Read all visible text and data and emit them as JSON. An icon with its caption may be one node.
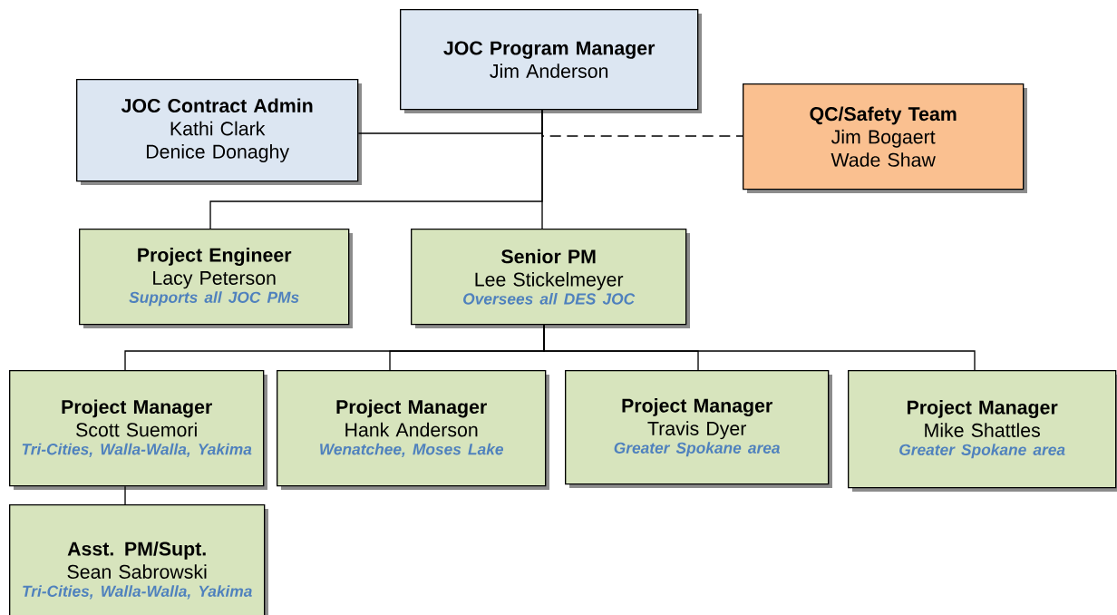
{
  "diagram": {
    "nodes": [
      {
        "text": [
          "JOC Program Manager",
          "Jim Anderson"
        ]
      },
      {
        "text": [
          "JOC Contract Admin",
          "Kathi Clark",
          "Denice Donaghy"
        ]
      },
      {
        "text": [
          "QC/Safety Team",
          "Jim Bogaert",
          "Wade Shaw"
        ]
      },
      {
        "text": [
          "Project Engineer",
          "Lacy Peterson",
          "Supports all JOC PMs"
        ]
      },
      {
        "text": [
          "Senior PM",
          "Lee Stickelmeyer",
          "Oversees all DES JOC"
        ]
      },
      {
        "text": [
          "Project Manager",
          "Scott Suemori",
          "Tri-Cities, Walla-Walla, Yakima"
        ]
      },
      {
        "text": [
          "Project Manager",
          "Hank Anderson",
          "Wenatchee, Moses Lake"
        ]
      },
      {
        "text": [
          "Project Manager",
          "Travis Dyer",
          "Greater Spokane area"
        ]
      },
      {
        "text": [
          "Project Manager",
          "Mike Shattles",
          "Greater Spokane area"
        ]
      },
      {
        "text": [
          "Asst. PM/Supt.",
          "Sean Sabrowski",
          "Tri-Cities, Walla-Walla, Yakima"
        ]
      }
    ],
    "edges": [
      {
        "from": 0,
        "to": 1,
        "arrow": "none"
      },
      {
        "from": 0,
        "to": 2,
        "arrow": "none",
        "style": "dashed"
      },
      {
        "from": 0,
        "to": 3,
        "arrow": "none"
      },
      {
        "from": 0,
        "to": 4,
        "arrow": "none"
      },
      {
        "from": 4,
        "to": 5,
        "arrow": "none"
      },
      {
        "from": 4,
        "to": 6,
        "arrow": "none"
      },
      {
        "from": 4,
        "to": 7,
        "arrow": "none"
      },
      {
        "from": 4,
        "to": 8,
        "arrow": "none"
      },
      {
        "from": 5,
        "to": 9,
        "arrow": "none"
      }
    ]
  }
}
